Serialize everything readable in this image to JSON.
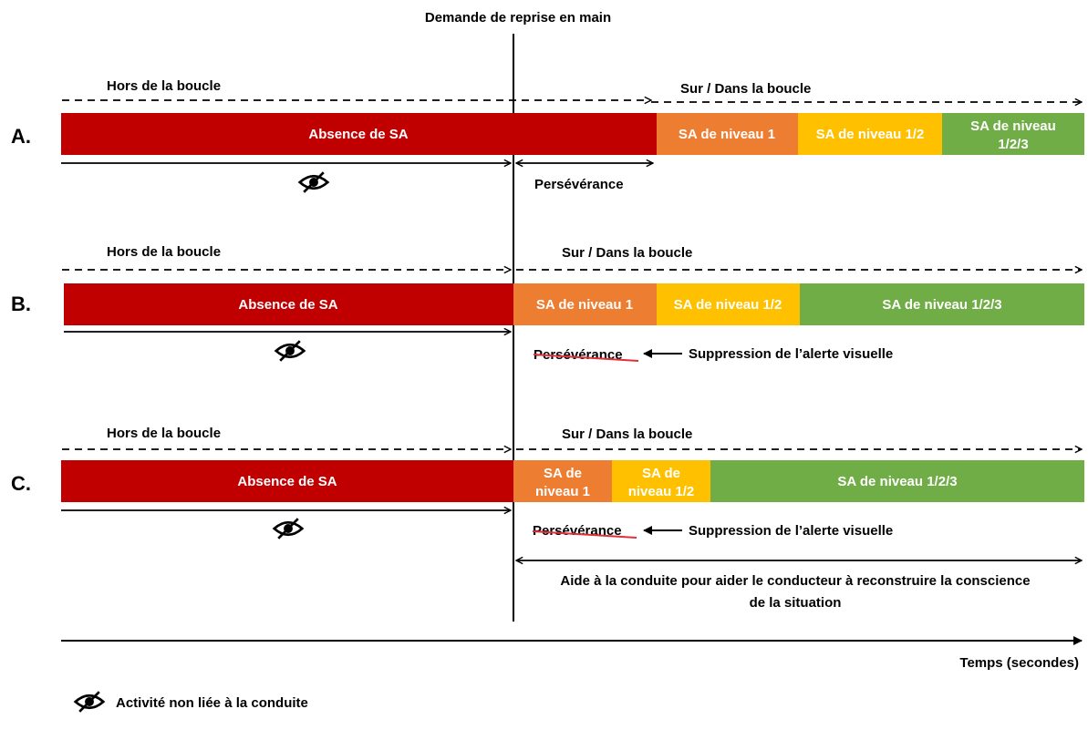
{
  "title": "Demande de reprise en main",
  "colors": {
    "absence": "#C00000",
    "level1": "#ED7D31",
    "level12": "#FFC000",
    "level123": "#70AD47",
    "strike": "#E0303A"
  },
  "rows": {
    "a": {
      "label": "A.",
      "out_loop": "Hors de la boucle",
      "in_loop": "Sur / Dans la boucle",
      "absence": "Absence de SA",
      "level1": "SA de niveau 1",
      "level12": "SA de niveau 1/2",
      "level123_l1": "SA de niveau",
      "level123_l2": "1/2/3",
      "perseverance": "Persévérance"
    },
    "b": {
      "label": "B.",
      "out_loop": "Hors de la boucle",
      "in_loop": "Sur / Dans la boucle",
      "absence": "Absence de SA",
      "level1": "SA de niveau 1",
      "level12": "SA de niveau 1/2",
      "level123": "SA de niveau 1/2/3",
      "perseverance": "Persévérance",
      "suppression": "Suppression de l’alerte visuelle"
    },
    "c": {
      "label": "C.",
      "out_loop": "Hors de la boucle",
      "in_loop": "Sur / Dans la boucle",
      "absence": "Absence de SA",
      "level1_l1": "SA de",
      "level1_l2": "niveau 1",
      "level12_l1": "SA de",
      "level12_l2": "niveau 1/2",
      "level123": "SA de niveau 1/2/3",
      "perseverance": "Persévérance",
      "suppression": "Suppression de l’alerte visuelle",
      "aid_l1": "Aide à la conduite pour aider le conducteur à reconstruire la conscience",
      "aid_l2": "de la situation"
    }
  },
  "time_axis": "Temps (secondes)",
  "legend": {
    "icon": "eye-slash-icon",
    "label": "Activité non liée à la conduite"
  }
}
